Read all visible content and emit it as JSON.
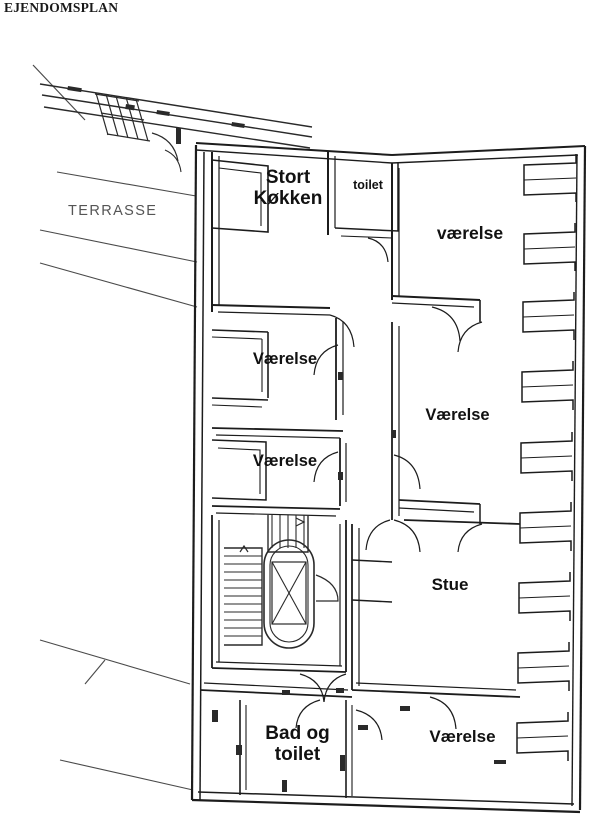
{
  "document": {
    "title": "EJENDOMSPLAN",
    "type": "floor-plan",
    "language": "da"
  },
  "plan": {
    "exterior_label": "TERRASSE",
    "rooms": [
      {
        "id": "kokken",
        "label": "Stort\nKøkken",
        "name": "stort-kokken"
      },
      {
        "id": "toilet",
        "label": "toilet",
        "name": "toilet"
      },
      {
        "id": "vaer_tr",
        "label": "værelse",
        "name": "vaerelse-top-right"
      },
      {
        "id": "vaer_l1",
        "label": "Værelse",
        "name": "vaerelse-left-upper"
      },
      {
        "id": "vaer_l2",
        "label": "Værelse",
        "name": "vaerelse-left-lower"
      },
      {
        "id": "vaer_r1",
        "label": "Værelse",
        "name": "vaerelse-right-middle"
      },
      {
        "id": "stue",
        "label": "Stue",
        "name": "stue"
      },
      {
        "id": "bad",
        "label": "Bad og\ntoilet",
        "name": "bad-og-toilet"
      },
      {
        "id": "vaer_r2",
        "label": "Værelse",
        "name": "vaerelse-bottom-right"
      }
    ],
    "features": [
      {
        "id": "stairwell",
        "name": "interior-staircase"
      },
      {
        "id": "elevator",
        "name": "elevator-shaft"
      },
      {
        "id": "exterior_stair",
        "name": "exterior-staircase"
      }
    ],
    "colors": {
      "wall": "#1c1c1c",
      "wall_fill": "#d8d8d8",
      "thin_line": "#3a3a3a",
      "terrace_line": "#4a4a4a",
      "label_text": "#111111",
      "terrace_text": "#555555",
      "background": "#ffffff"
    }
  }
}
